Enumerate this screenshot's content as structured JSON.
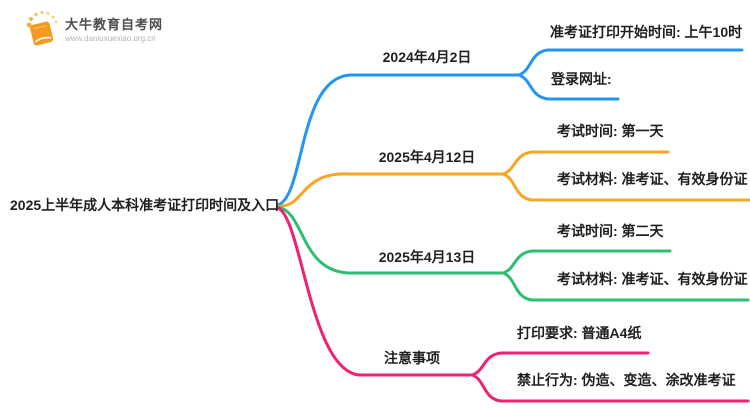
{
  "logo": {
    "site_name": "大牛教育自考网",
    "site_url": "www.daniuxuexiao.org.cn",
    "icon": "book-sunburst-icon",
    "accent_color": "#F59A1E"
  },
  "mindmap": {
    "root": {
      "label": "2025上半年成人本科准考证打印时间及入口"
    },
    "branches": [
      {
        "label": "2024年4月2日",
        "color": "#2196F3",
        "children": [
          {
            "label": "准考证打印开始时间: 上午10时"
          },
          {
            "label": "登录网址:"
          }
        ]
      },
      {
        "label": "2025年4月12日",
        "color": "#F5A623",
        "children": [
          {
            "label": "考试时间: 第一天"
          },
          {
            "label": "考试材料: 准考证、有效身份证"
          }
        ]
      },
      {
        "label": "2025年4月13日",
        "color": "#2DBE71",
        "children": [
          {
            "label": "考试时间: 第二天"
          },
          {
            "label": "考试材料: 准考证、有效身份证"
          }
        ]
      },
      {
        "label": "注意事项",
        "color": "#ED2272",
        "children": [
          {
            "label": "打印要求: 普通A4纸"
          },
          {
            "label": "禁止行为: 伪造、变造、涂改准考证"
          }
        ]
      }
    ]
  }
}
